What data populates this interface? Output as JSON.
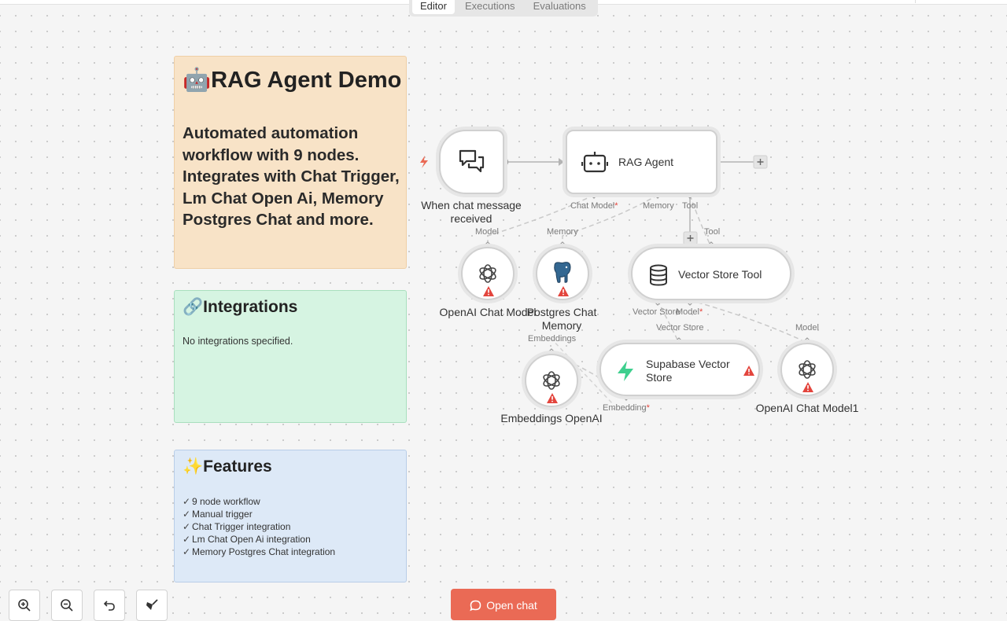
{
  "tabs": [
    "Editor",
    "Executions",
    "Evaluations"
  ],
  "active_tab": "Editor",
  "sticky_notes": {
    "overview": {
      "emoji": "🤖",
      "title": "RAG Agent Demo",
      "body": "Automated automation workflow with 9 nodes. Integrates with Chat Trigger, Lm Chat Open Ai, Memory Postgres Chat and more."
    },
    "integrations": {
      "emoji": "🔗",
      "title": "Integrations",
      "body": "No integrations specified."
    },
    "features": {
      "emoji": "✨",
      "title": "Features",
      "items": [
        "9 node workflow",
        "Manual trigger",
        "Chat Trigger integration",
        "Lm Chat Open Ai integration",
        "Memory Postgres Chat integration"
      ]
    }
  },
  "nodes": {
    "chat_trigger": {
      "label": "When chat message received"
    },
    "rag_agent": {
      "label": "RAG Agent"
    },
    "openai_model": {
      "label": "OpenAI Chat Model"
    },
    "postgres_memory": {
      "label": "Postgres Chat Memory"
    },
    "vector_store_tool": {
      "label": "Vector Store Tool"
    },
    "embeddings": {
      "label": "Embeddings OpenAI"
    },
    "supabase": {
      "label": "Supabase Vector Store"
    },
    "openai_model1": {
      "label": "OpenAI Chat Model1"
    }
  },
  "handles": {
    "chat_model": "Chat Model",
    "memory": "Memory",
    "tool": "Tool",
    "model": "Model",
    "vector_store": "Vector Store",
    "embeddings": "Embeddings",
    "embedding": "Embedding",
    "required_mark": "*"
  },
  "controls": {
    "open_chat": "Open chat",
    "zoom_in_icon": "zoom-in-icon",
    "zoom_out_icon": "zoom-out-icon",
    "undo_icon": "undo-icon",
    "tidy_icon": "broom-icon"
  },
  "colors": {
    "peach_note": "#f8e3c7",
    "green_note": "#d6f4e2",
    "blue_note": "#dde9f7",
    "open_chat": "#ea6a55",
    "warning": "#e3453d",
    "supabase": "#3ecf8e"
  }
}
